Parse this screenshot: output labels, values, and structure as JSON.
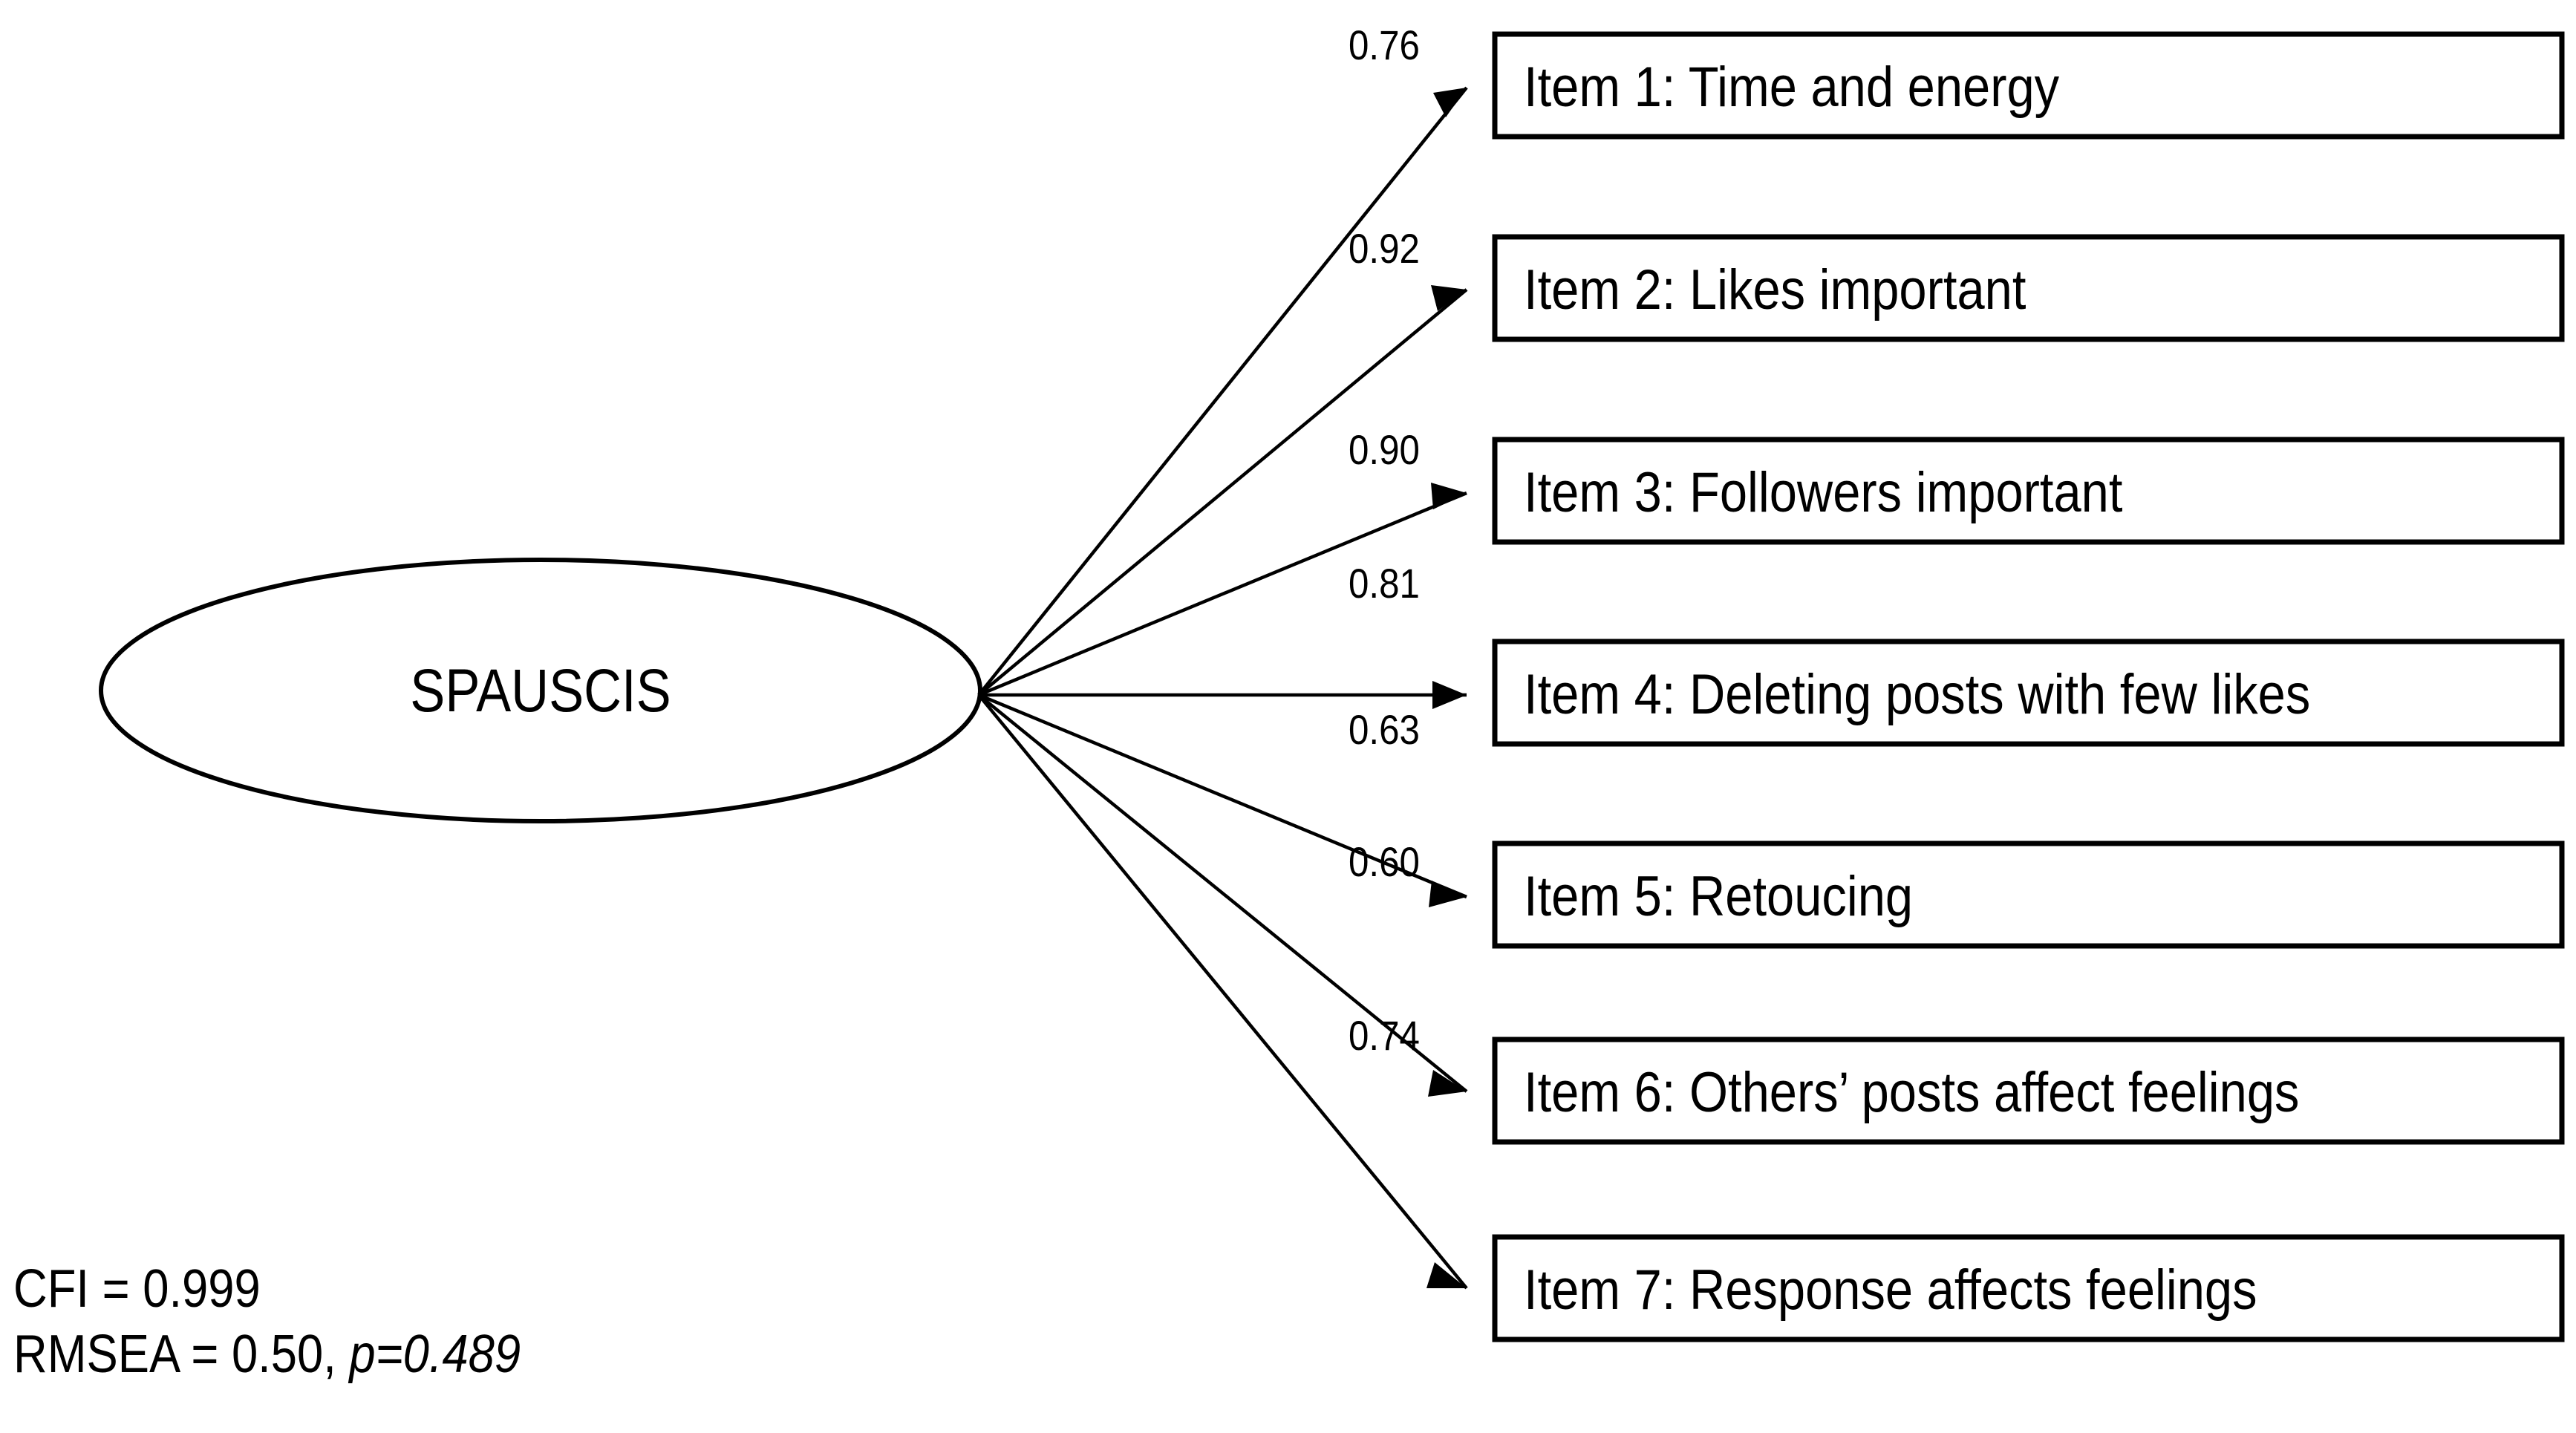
{
  "figure": {
    "type": "sem-path-diagram",
    "latent": {
      "name": "SPAUSCIS"
    },
    "indicators": [
      {
        "id": "item1",
        "label": "Item 1: Time and energy",
        "loading": "0.76"
      },
      {
        "id": "item2",
        "label": "Item 2: Likes important",
        "loading": "0.92"
      },
      {
        "id": "item3",
        "label": "Item 3: Followers important",
        "loading": "0.90"
      },
      {
        "id": "item4",
        "label": "Item 4: Deleting posts with few likes",
        "loading": "0.81"
      },
      {
        "id": "item5",
        "label": "Item 5: Retoucing",
        "loading": "0.63"
      },
      {
        "id": "item6",
        "label": "Item 6: Others’ posts affect feelings",
        "loading": "0.60"
      },
      {
        "id": "item7",
        "label": "Item 7: Response affects feelings",
        "loading": "0.74"
      }
    ],
    "fit_statistics": {
      "line1": "CFI = 0.999",
      "line2_prefix": "RMSEA = 0.50, ",
      "line2_italic": "p=0.489"
    },
    "colors": {
      "stroke": "#000000",
      "fill": "#ffffff",
      "background": "#ffffff"
    }
  }
}
